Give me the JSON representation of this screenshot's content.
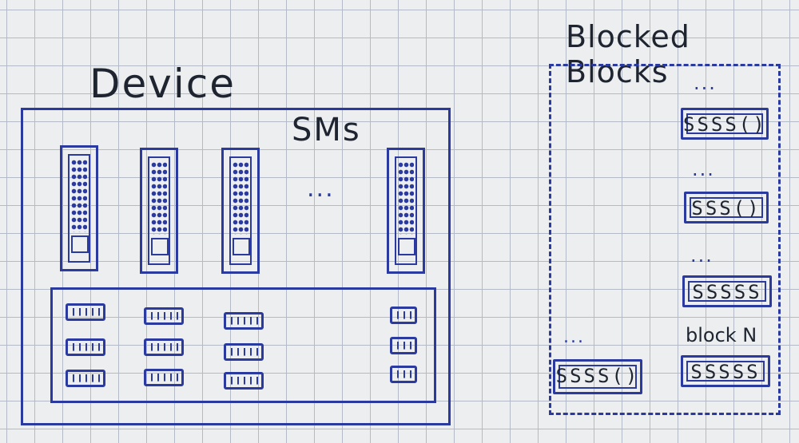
{
  "device": {
    "title": "Device",
    "sms_label": "SMs",
    "sm_ellipsis": "...",
    "sm_count_drawn": 4,
    "memory_chip_columns": 4,
    "memory_chip_rows": 3
  },
  "blocked_blocks": {
    "title": "Blocked Blocks",
    "ellipsis": "...",
    "block_n_label": "block N",
    "right_column_blocks": [
      "SSSS()",
      "SSS()",
      "SSSSS",
      "SSSSS"
    ],
    "left_column_blocks": [
      "SSSS()"
    ]
  },
  "colors": {
    "ink": "#2a3a9e",
    "pencil": "#1f2530",
    "grid": "#b4bac6",
    "paper": "#eceef0"
  }
}
